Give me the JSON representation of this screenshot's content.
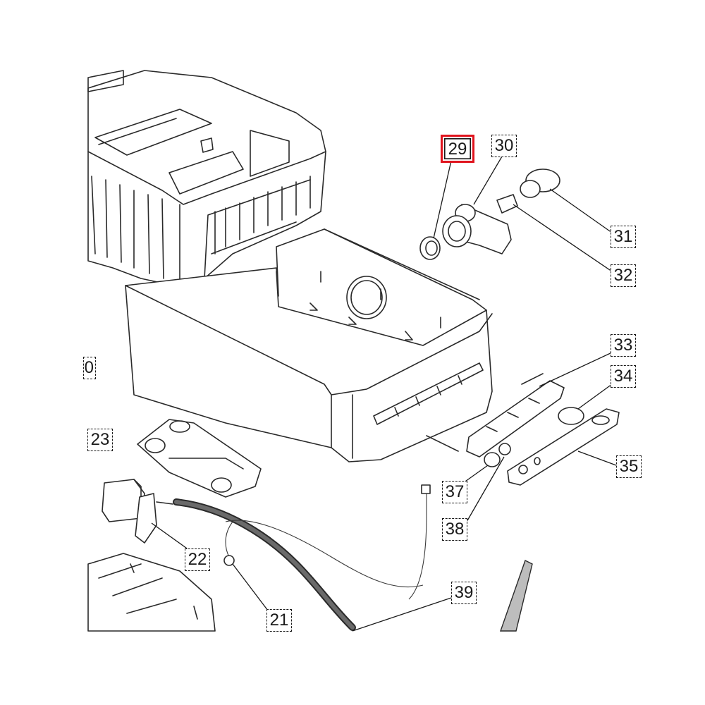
{
  "callouts": [
    {
      "id": "29",
      "label": "29",
      "highlighted": true
    },
    {
      "id": "30",
      "label": "30",
      "highlighted": false
    },
    {
      "id": "31",
      "label": "31",
      "highlighted": false
    },
    {
      "id": "32",
      "label": "32",
      "highlighted": false
    },
    {
      "id": "33",
      "label": "33",
      "highlighted": false
    },
    {
      "id": "34",
      "label": "34",
      "highlighted": false
    },
    {
      "id": "35",
      "label": "35",
      "highlighted": false
    },
    {
      "id": "37",
      "label": "37",
      "highlighted": false
    },
    {
      "id": "38",
      "label": "38",
      "highlighted": false
    },
    {
      "id": "39",
      "label": "39",
      "highlighted": false
    },
    {
      "id": "23",
      "label": "23",
      "highlighted": false
    },
    {
      "id": "22",
      "label": "22",
      "highlighted": false
    },
    {
      "id": "21",
      "label": "21",
      "highlighted": false
    },
    {
      "id": "partial",
      "label": "0",
      "highlighted": false
    }
  ],
  "colors": {
    "highlight": "#e0141e",
    "line": "#2a2a2a",
    "background": "#ffffff"
  }
}
